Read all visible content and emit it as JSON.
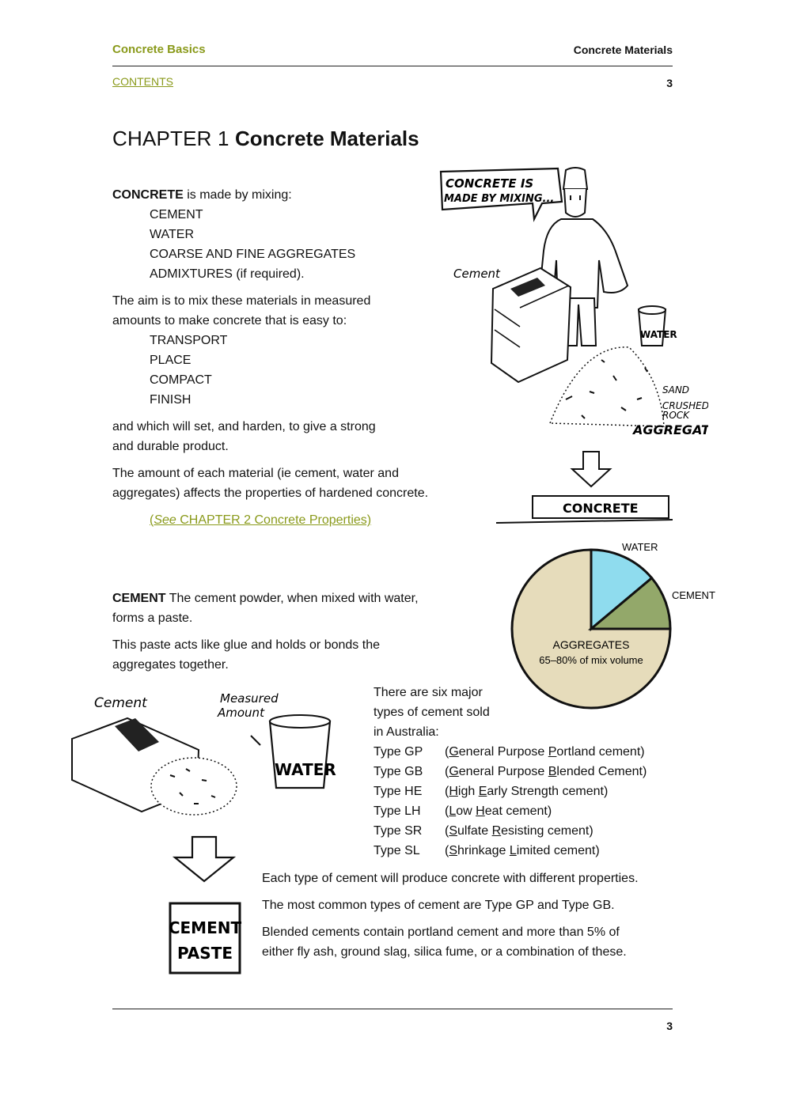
{
  "header": {
    "left": "Concrete Basics",
    "right": "Concrete Materials",
    "contents_link": "CONTENTS",
    "page_number": "3"
  },
  "chapter": {
    "label": "CHAPTER 1",
    "title": "Concrete Materials"
  },
  "intro": {
    "lead_bold": "CONCRETE",
    "lead_rest": " is made by mixing:",
    "ingredients": [
      "CEMENT",
      "WATER",
      "COARSE AND FINE AGGREGATES",
      "ADMIXTURES (if required)."
    ],
    "aim_line1": "The aim is to mix these materials in measured",
    "aim_line2": "amounts to make concrete that is easy to:",
    "actions": [
      "TRANSPORT",
      "PLACE",
      "COMPACT",
      "FINISH"
    ],
    "result_line1": "and which will set, and harden, to give a strong",
    "result_line2": "and durable product.",
    "amount_line1": "The amount of each material (ie cement, water and",
    "amount_line2": "aggregates) affects the properties of hardened concrete.",
    "see_link_open": "(",
    "see_link_italic": "See",
    "see_link_rest": " CHAPTER 2 Concrete Properties)"
  },
  "illustration_top": {
    "speech_line1": "CONCRETE IS",
    "speech_line2": "MADE BY MIXING...",
    "cement_label": "Cement",
    "bucket_label": "WATER",
    "sand_label": "SAND",
    "rock_label1": "CRUSHED",
    "rock_label2": "ROCK",
    "aggregates_label": "AGGREGATES",
    "concrete_slab_label": "CONCRETE"
  },
  "pie": {
    "water_label": "WATER",
    "cement_label": "CEMENT",
    "aggregates_label": "AGGREGATES",
    "aggregates_sub": "65–80% of mix volume",
    "colors": {
      "water": "#8fdcee",
      "cement": "#93a86a",
      "aggregates": "#e6dcbb"
    }
  },
  "cement_section": {
    "lead_bold": "CEMENT",
    "lead_rest_line1": " The cement powder, when mixed with water,",
    "lead_rest_line2": "forms a paste.",
    "glue_line1": "This paste acts like glue and holds or bonds the",
    "glue_line2": "aggregates together.",
    "types_intro": [
      "There are six major",
      "types of cement sold",
      "in Australia:"
    ],
    "types": [
      {
        "code": "Type GP",
        "open": "(",
        "l1": "G",
        "w1": "eneral Purpose ",
        "l2": "P",
        "w2": "ortland cement)"
      },
      {
        "code": "Type GB",
        "open": "(",
        "l1": "G",
        "w1": "eneral Purpose ",
        "l2": "B",
        "w2": "lended Cement)"
      },
      {
        "code": "Type HE",
        "open": "(",
        "l1": "H",
        "w1": "igh ",
        "l2": "E",
        "w2": "arly Strength cement)"
      },
      {
        "code": "Type LH",
        "open": "(",
        "l1": "L",
        "w1": "ow ",
        "l2": "H",
        "w2": "eat cement)"
      },
      {
        "code": "Type SR",
        "open": "(",
        "l1": "S",
        "w1": "ulfate ",
        "l2": "R",
        "w2": "esisting cement)"
      },
      {
        "code": "Type SL",
        "open": "(",
        "l1": "S",
        "w1": "hrinkage ",
        "l2": "L",
        "w2": "imited cement)"
      }
    ],
    "each_type": "Each type of cement will produce concrete with different properties.",
    "most_common": "The most common types of cement are Type GP and Type GB.",
    "blended_line1": "Blended cements contain portland cement and more than 5% of",
    "blended_line2": "either fly ash, ground slag, silica fume, or a combination of these."
  },
  "illustration_bottom": {
    "cement_label": "Cement",
    "measured_label1": "Measured",
    "measured_label2": "Amount",
    "bucket_label": "WATER",
    "paste_line1": "CEMENT",
    "paste_line2": "PASTE"
  },
  "footer": {
    "page_number": "3"
  }
}
